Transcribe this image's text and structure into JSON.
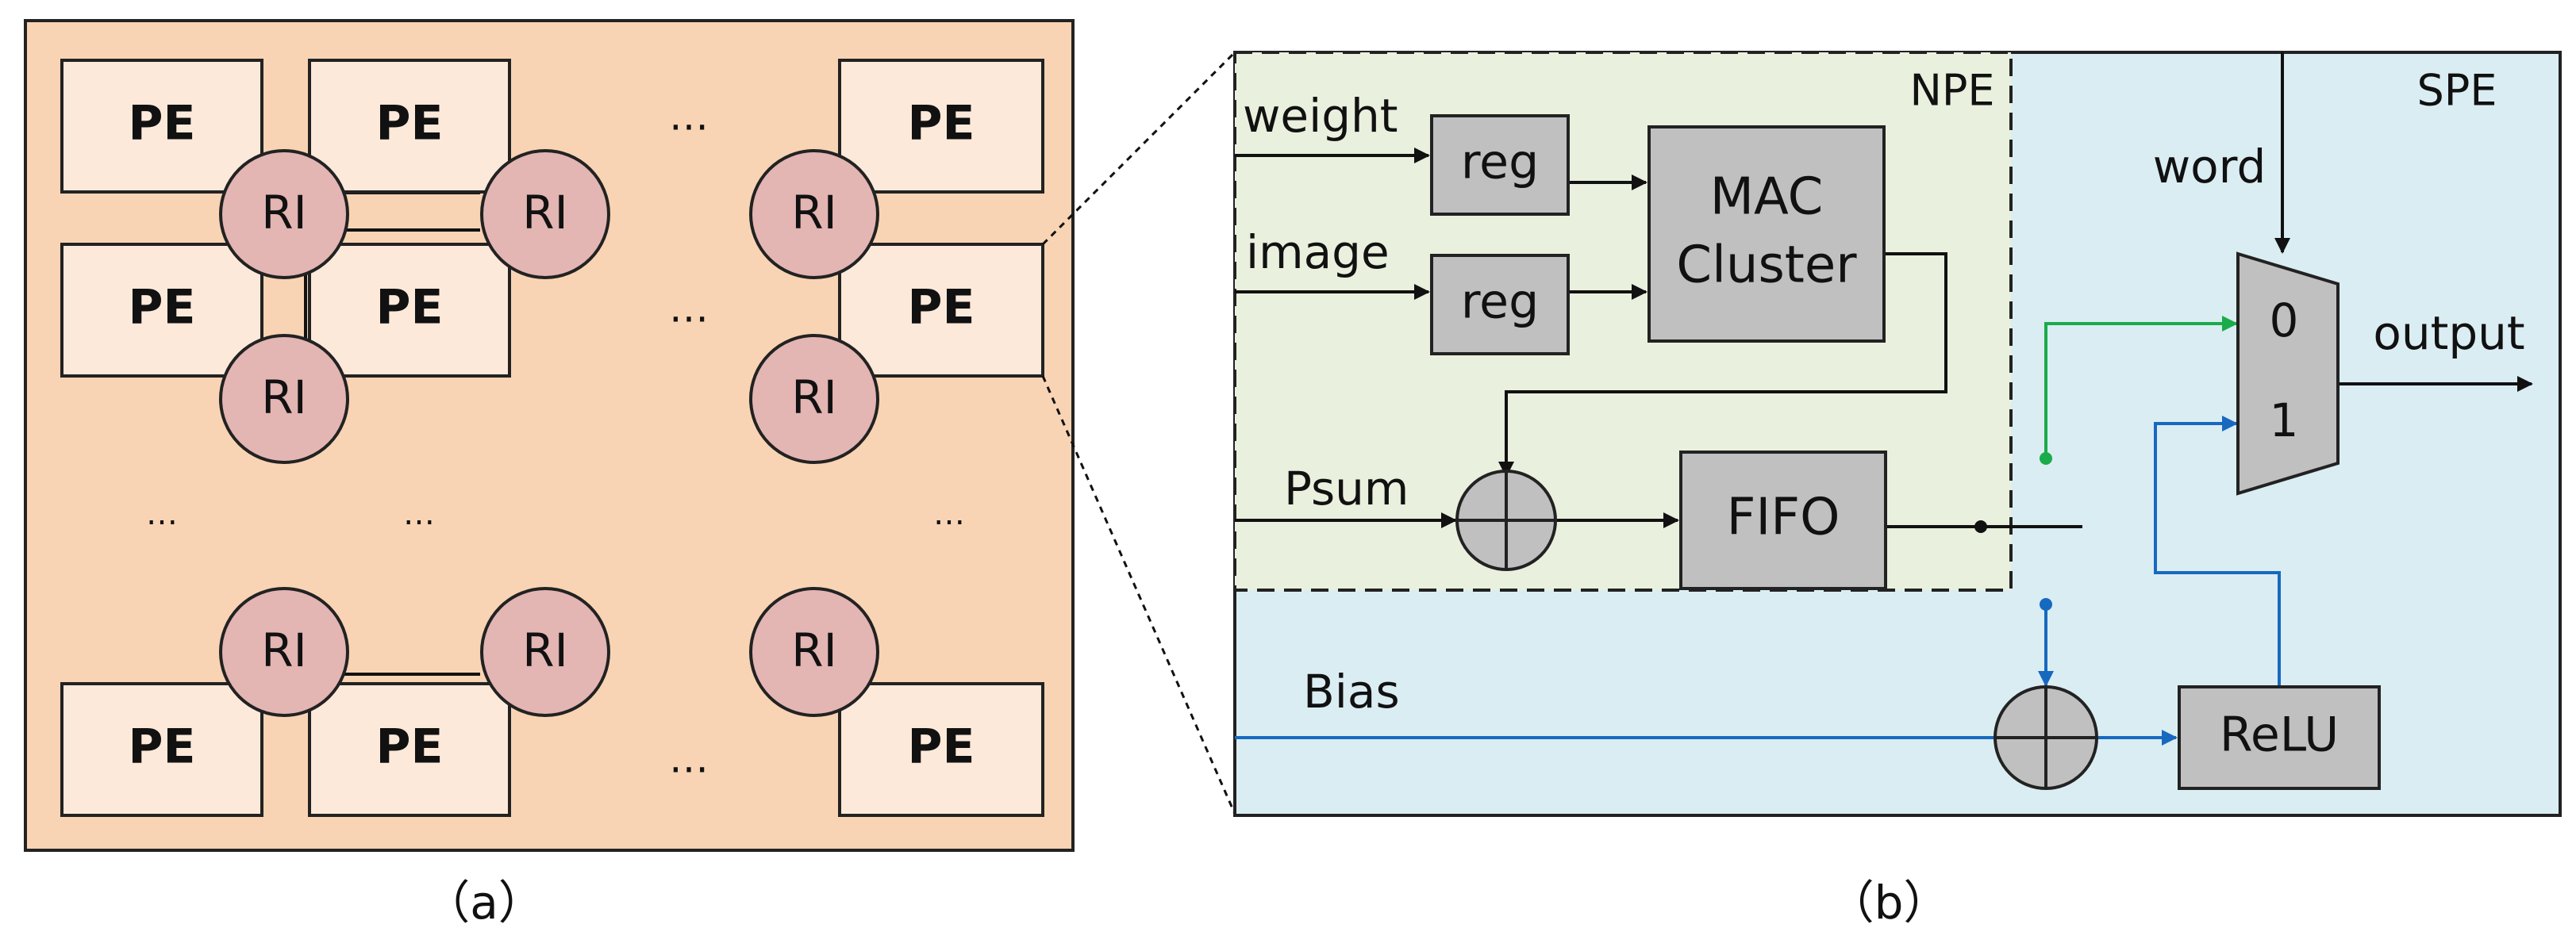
{
  "panel_a": {
    "pe_label": "PE",
    "ri_label": "RI",
    "ellipsis": "…",
    "caption": "（a）"
  },
  "panel_b": {
    "npe_label": "NPE",
    "spe_label": "SPE",
    "weight_label": "weight",
    "image_label": "image",
    "psum_label": "Psum",
    "bias_label": "Bias",
    "word_label": "word",
    "output_label": "output",
    "reg_label": "reg",
    "mac_label_line1": "MAC",
    "mac_label_line2": "Cluster",
    "fifo_label": "FIFO",
    "relu_label": "ReLU",
    "mux_in0": "0",
    "mux_in1": "1",
    "caption": "（b）"
  },
  "colors": {
    "chip_bg": "#f8d4b4",
    "pe_fill": "#fde9da",
    "ri_fill": "#e3b5b3",
    "npe_bg": "#e9f0dd",
    "spe_bg": "#daedf3",
    "block_fill": "#c0c0c0",
    "green_wire": "#1aab4a",
    "blue_wire": "#1769c0"
  },
  "icons": {
    "adder": "circled-plus-icon",
    "mux": "multiplexer-icon",
    "arrow": "arrow-head-icon"
  }
}
